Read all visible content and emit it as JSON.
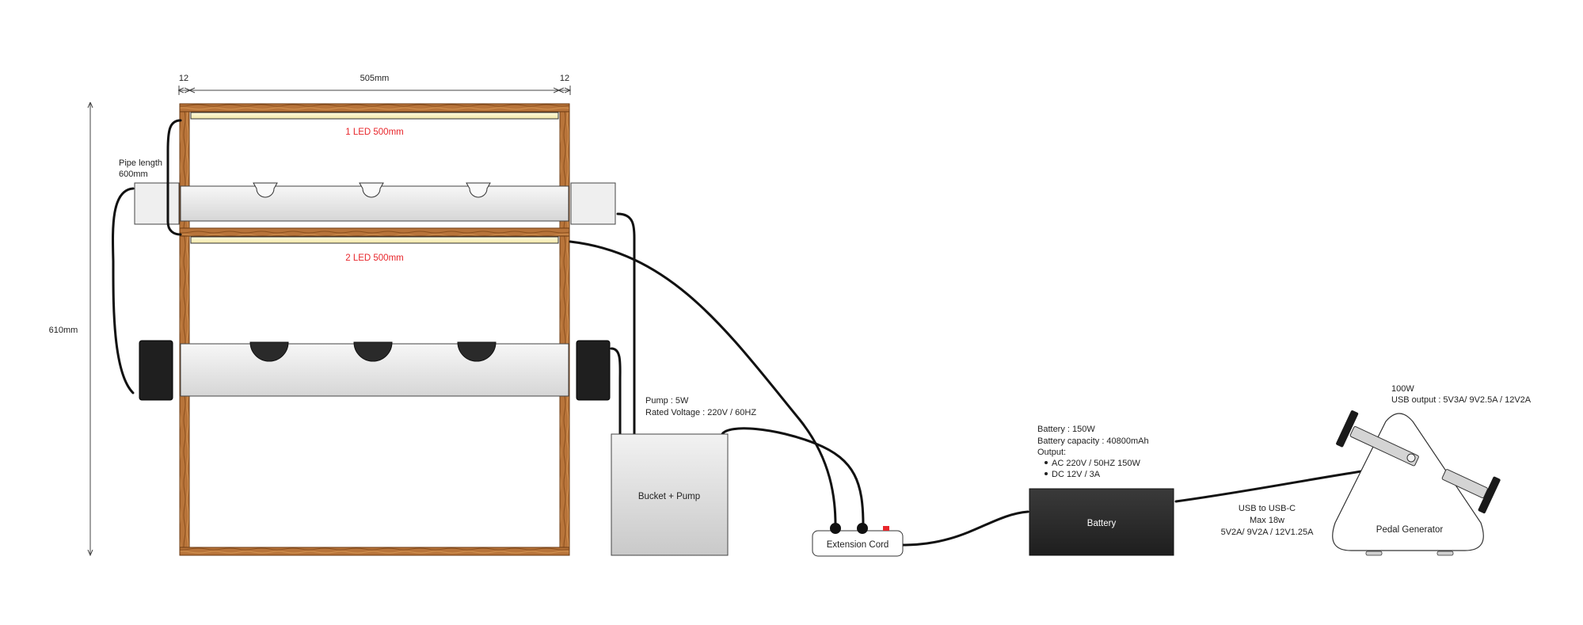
{
  "dimensions": {
    "left_margin": "12",
    "inner_width": "505mm",
    "right_margin": "12",
    "height": "610mm"
  },
  "labels": {
    "pipe_length_line1": "Pipe length",
    "pipe_length_line2": "600mm",
    "led_1": "1 LED 500mm",
    "led_2": "2 LED 500mm",
    "pump_spec_line1": "Pump : 5W",
    "pump_spec_line2": "Rated Voltage : 220V / 60HZ",
    "bucket_pump": "Bucket + Pump",
    "extension_cord": "Extension Cord",
    "battery_spec_line1": "Battery : 150W",
    "battery_spec_line2": "Battery capacity : 40800mAh",
    "battery_spec_line3": "Output:",
    "battery_output_1": "AC 220V / 50HZ 150W",
    "battery_output_2": "DC 12V / 3A",
    "battery": "Battery",
    "usb_line1": "USB to USB-C",
    "usb_line2": "Max 18w",
    "usb_line3": "5V2A/ 9V2A / 12V1.25A",
    "generator_line1": "100W",
    "generator_line2": "USB output : 5V3A/ 9V2.5A / 12V2A",
    "pedal_generator": "Pedal Generator"
  },
  "colors": {
    "wood": "#b06a2c",
    "wood_dark": "#7a4418",
    "led_accent": "#e8262b",
    "wire": "#111111",
    "battery_fill": "#2b2b2b",
    "pipe_fill": "#e6e6e6"
  }
}
